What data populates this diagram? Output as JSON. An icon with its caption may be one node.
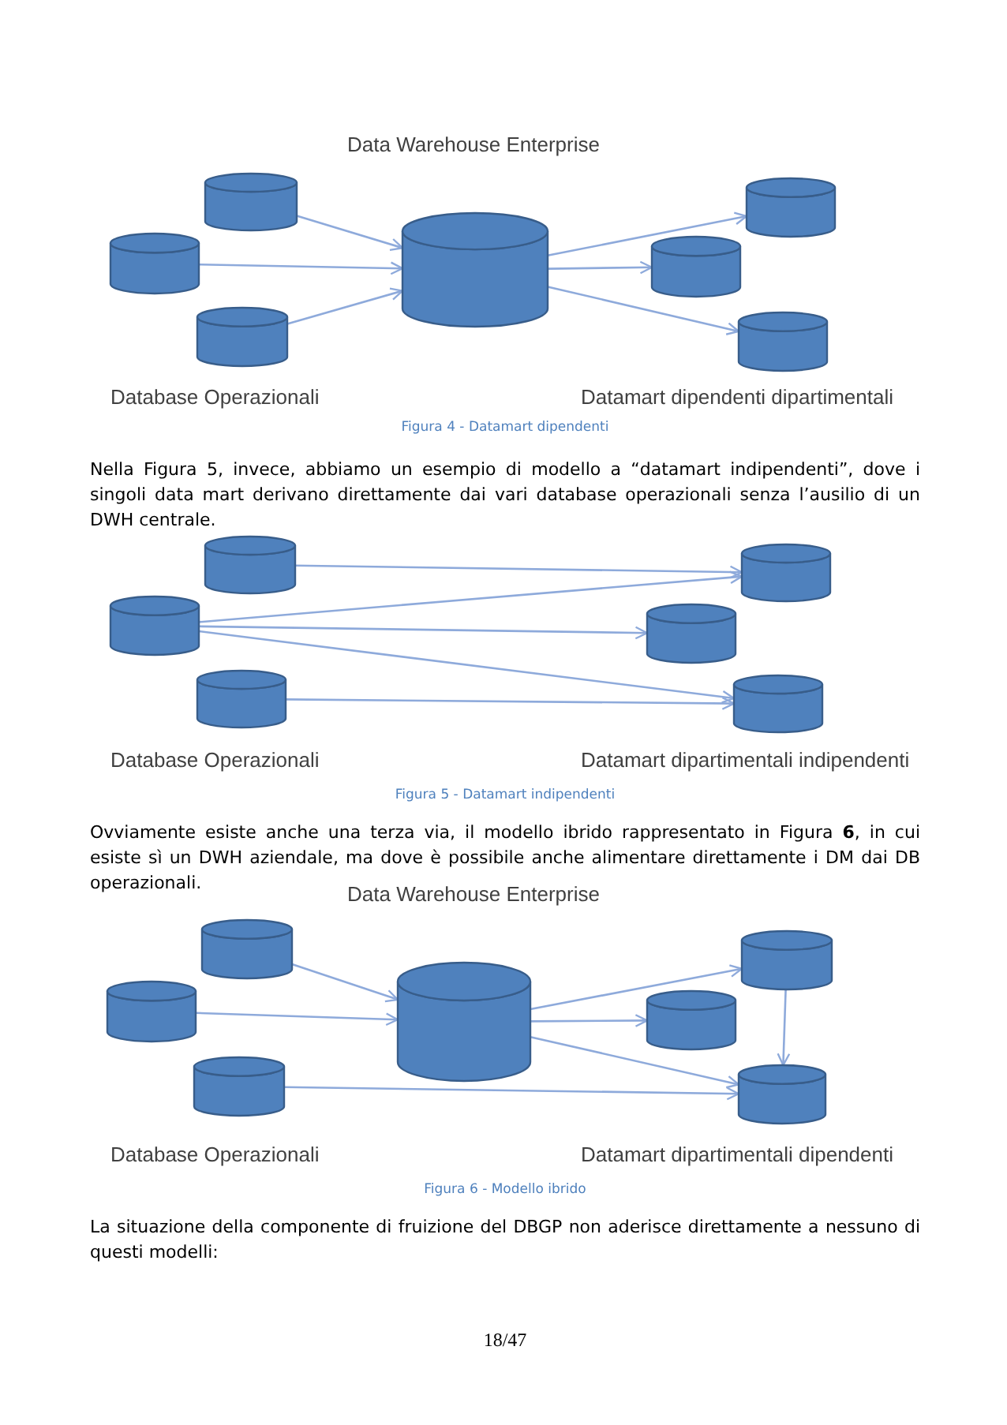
{
  "diagram": {
    "nodes": [
      {
        "text": [],
        "shape": "cylinder"
      },
      {
        "text": [],
        "shape": "cylinder"
      },
      {
        "text": [],
        "shape": "cylinder"
      },
      {
        "text": [
          "Data Warehouse Enterprise"
        ]
      },
      {
        "text": [],
        "shape": "cylinder"
      },
      {
        "text": [],
        "shape": "cylinder"
      },
      {
        "text": [],
        "shape": "cylinder"
      },
      {
        "text": [],
        "shape": "cylinder"
      },
      {
        "text": [],
        "shape": "cylinder"
      },
      {
        "text": [],
        "shape": "cylinder"
      },
      {
        "text": [],
        "shape": "cylinder"
      },
      {
        "text": [],
        "shape": "cylinder"
      },
      {
        "text": [],
        "shape": "cylinder"
      },
      {
        "text": [],
        "shape": "cylinder"
      },
      {
        "text": [],
        "shape": "cylinder"
      },
      {
        "text": [],
        "shape": "cylinder"
      },
      {
        "text": [
          "Data Warehouse Enterprise"
        ]
      },
      {
        "text": [],
        "shape": "cylinder"
      },
      {
        "text": [],
        "shape": "cylinder"
      },
      {
        "text": [],
        "shape": "cylinder"
      }
    ],
    "edges": [
      {
        "from": 0,
        "to": 3,
        "arrow": "to"
      },
      {
        "from": 1,
        "to": 3,
        "arrow": "to"
      },
      {
        "from": 2,
        "to": 3,
        "arrow": "to"
      },
      {
        "from": 3,
        "to": 4,
        "arrow": "to"
      },
      {
        "from": 3,
        "to": 5,
        "arrow": "to"
      },
      {
        "from": 3,
        "to": 6,
        "arrow": "to"
      },
      {
        "from": 7,
        "to": 10,
        "arrow": "to"
      },
      {
        "from": 8,
        "to": 10,
        "arrow": "to"
      },
      {
        "from": 8,
        "to": 11,
        "arrow": "to"
      },
      {
        "from": 8,
        "to": 12,
        "arrow": "to"
      },
      {
        "from": 9,
        "to": 12,
        "arrow": "to"
      },
      {
        "from": 13,
        "to": 16,
        "arrow": "to"
      },
      {
        "from": 14,
        "to": 16,
        "arrow": "to"
      },
      {
        "from": 15,
        "to": 19,
        "arrow": "to"
      },
      {
        "from": 16,
        "to": 17,
        "arrow": "to"
      },
      {
        "from": 16,
        "to": 18,
        "arrow": "to"
      },
      {
        "from": 16,
        "to": 19,
        "arrow": "to"
      },
      {
        "from": 17,
        "to": 19,
        "arrow": "to"
      }
    ],
    "labels": [
      "Database Operazionali",
      "Datamart dipendenti dipartimentali",
      "Figura 4 - Datamart dipendenti",
      "Nella Figura 5, invece, abbiamo un esempio di modello a “datamart indipendenti”, dove i singoli data mart derivano direttamente dai vari database operazionali senza l’ausilio di un DWH centrale.",
      "Database Operazionali",
      "Datamart dipartimentali indipendenti",
      "Figura 5 - Datamart indipendenti",
      "Ovviamente esiste anche una terza via, il modello ibrido rappresentato in Figura **6**, in cui esiste sì un DWH aziendale, ma dove è possibile anche alimentare direttamente i DM dai DB operazionali.",
      "Database Operazionali",
      "Datamart dipartimentali dipendenti",
      "Figura 6 - Modello ibrido",
      "La situazione della componente di fruizione del DBGP non aderisce direttamente a nessuno di questi modelli:",
      "18/47"
    ]
  }
}
